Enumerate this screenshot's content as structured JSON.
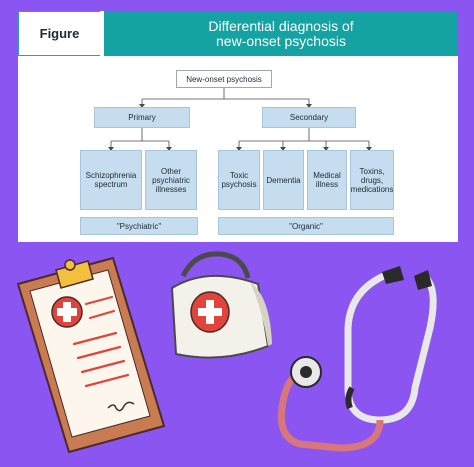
{
  "figure": {
    "label": "Figure",
    "title_line1": "Differential diagnosis of",
    "title_line2": "new-onset psychosis"
  },
  "tree": {
    "root": "New-onset psychosis",
    "primary": "Primary",
    "secondary": "Secondary",
    "primary_children": [
      {
        "line1": "Schizophrenia",
        "line2": "spectrum",
        "line3": ""
      },
      {
        "line1": "Other",
        "line2": "psychiatric",
        "line3": "illnesses"
      }
    ],
    "secondary_children": [
      {
        "line1": "Toxic",
        "line2": "psychosis",
        "line3": ""
      },
      {
        "line1": "Dementia",
        "line2": "",
        "line3": ""
      },
      {
        "line1": "Medical",
        "line2": "illness",
        "line3": ""
      },
      {
        "line1": "Toxins,",
        "line2": "drugs,",
        "line3": "medications"
      }
    ],
    "primary_group": "\"Psychiatric\"",
    "secondary_group": "\"Organic\""
  },
  "colors": {
    "background": "#8a55f0",
    "title_bar": "#14a2a2",
    "node_fill": "#c6dcef",
    "clipboard": "#c97c52",
    "medical_red": "#e0443a",
    "stethoscope": "#d8767d"
  },
  "icons": [
    "clipboard-icon",
    "medical-bag-icon",
    "stethoscope-icon"
  ]
}
